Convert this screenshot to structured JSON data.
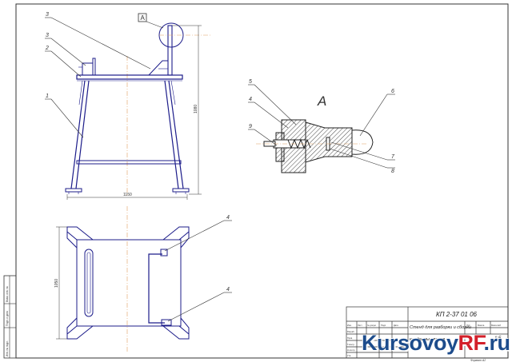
{
  "drawing": {
    "code": "КП 2-37 01 06",
    "title_line1": "Стенд для разборки и сборки",
    "title_line2": "карданных валов",
    "sheet_number": "1:5",
    "format": "Формат А2",
    "detail_view_label": "А",
    "callout_box_label": "А",
    "dimensions": {
      "height": "1080",
      "width_front": "1150",
      "width_plan": "1050"
    },
    "title_block_headers": [
      "Изм.",
      "Лист",
      "№ докум.",
      "Подп.",
      "Дата"
    ],
    "title_block_roles": [
      "Разраб.",
      "Пров.",
      "Т.контр.",
      "Н.контр.",
      "Утв."
    ],
    "title_block_cols": [
      "Лит.",
      "Масса",
      "Масштаб"
    ],
    "side_stamp_labels": [
      "Инв. № подл.",
      "Подп. и дата",
      "Взам. инв. №"
    ],
    "front_view_callouts": [
      "3",
      "3",
      "2",
      "1"
    ],
    "plan_view_callouts": [
      "4",
      "4"
    ],
    "detail_callouts": [
      "5",
      "4",
      "9",
      "6",
      "7",
      "8"
    ]
  },
  "watermark": {
    "main": "Kursovoy",
    "accent": "RF",
    "suffix": ".ru",
    "main_color": "#1d4c8c",
    "accent_color": "#d3202a"
  },
  "colors": {
    "line": "#1c1c8a",
    "axis": "#e0a060",
    "hatch": "#555555"
  }
}
